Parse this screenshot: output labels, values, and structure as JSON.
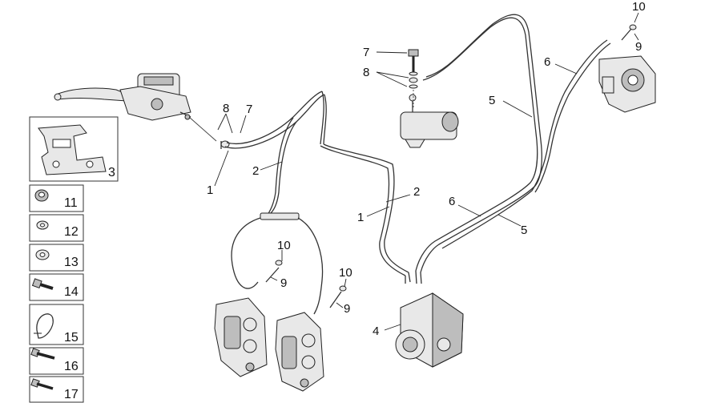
{
  "callouts": {
    "c1a": "1",
    "c1b": "1",
    "c2a": "2",
    "c2b": "2",
    "c3": "3",
    "c4": "4",
    "c5a": "5",
    "c5b": "5",
    "c6a": "6",
    "c6b": "6",
    "c7a": "7",
    "c7b": "7",
    "c8a": "8",
    "c8b": "8",
    "c9a": "9",
    "c9b": "9",
    "c9c": "9",
    "c10a": "10",
    "c10b": "10",
    "c10c": "10"
  },
  "legend": {
    "item11": "11",
    "item12": "12",
    "item13": "13",
    "item14": "14",
    "item15": "15",
    "item16": "16",
    "item17": "17"
  }
}
